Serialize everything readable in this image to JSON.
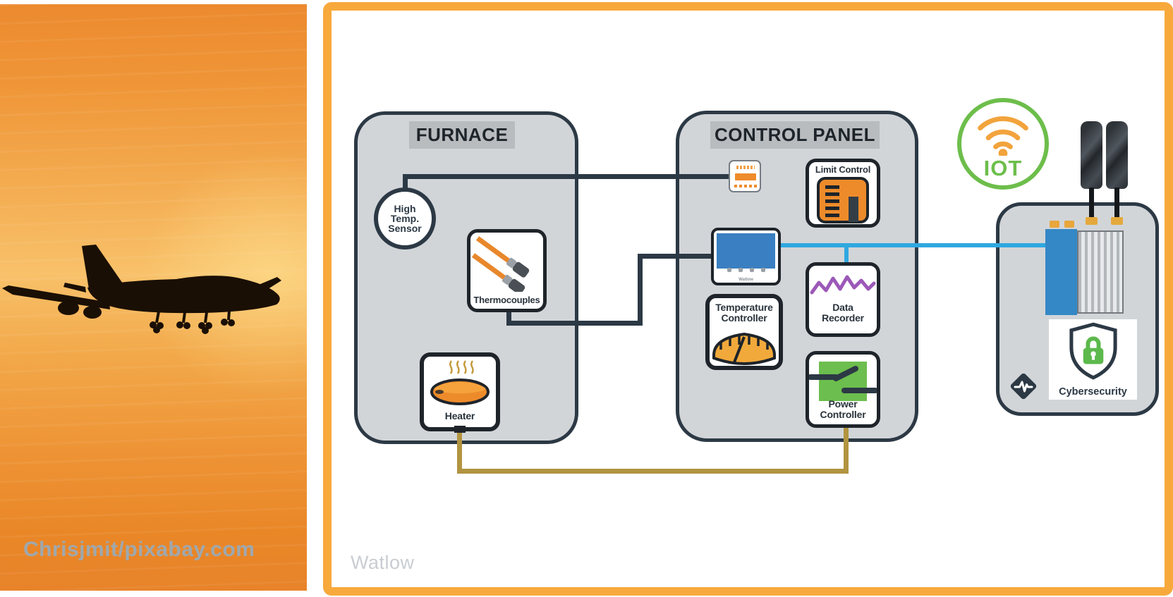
{
  "photo": {
    "credit": "Chrisjmit/pixabay.com"
  },
  "diagram": {
    "attribution": "Watlow",
    "furnace": {
      "title": "FURNACE",
      "sensor_label": "High Temp. Sensor",
      "thermocouples_label": "Thermocouples",
      "heater_label": "Heater"
    },
    "control_panel": {
      "title": "CONTROL PANEL",
      "limit_control_label": "Limit Control",
      "temperature_controller_label": "Temperature Controller",
      "data_recorder_label": "Data Recorder",
      "power_controller_label": "Power Controller",
      "hmi_brand": "Watlow"
    },
    "iot_label": "IOT",
    "gateway": {
      "cybersecurity_label": "Cybersecurity"
    }
  },
  "colors": {
    "frame_orange": "#f7a93c",
    "panel_fill": "#d2d5d8",
    "outline_dark": "#2c3945",
    "banner_gray": "#b9bcbf",
    "accent_orange": "#ed8b2a",
    "gauge_orange": "#f2a93b",
    "screen_blue": "#3a7fc1",
    "link_blue": "#2fa8e0",
    "link_gold": "#b29440",
    "power_green": "#6cbe4e",
    "iot_green": "#6dbe4b",
    "recorder_purple": "#9c59b8"
  }
}
